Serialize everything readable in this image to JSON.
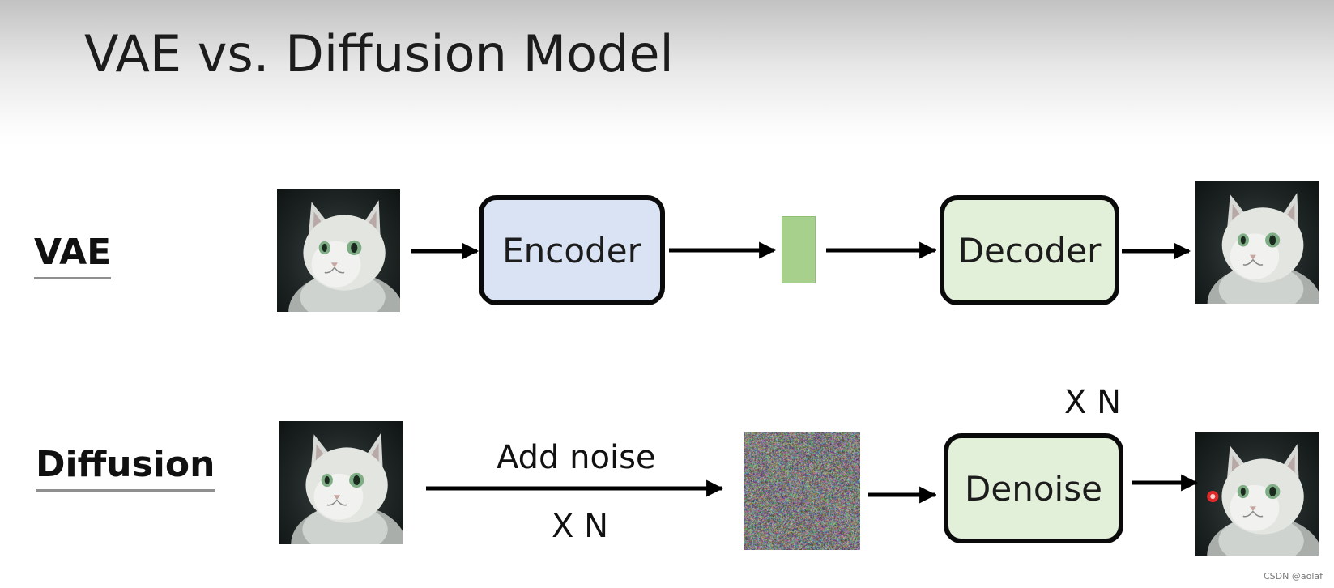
{
  "slide": {
    "title": "VAE vs. Diffusion Model",
    "watermark": "CSDN @aolaf"
  },
  "vae_row": {
    "label": "VAE",
    "encoder_label": "Encoder",
    "decoder_label": "Decoder"
  },
  "diffusion_row": {
    "label": "Diffusion",
    "add_noise_label": "Add noise",
    "add_noise_repeat": "X N",
    "denoise_label": "Denoise",
    "denoise_repeat": "X N"
  },
  "colors": {
    "encoder_fill": "#dae3f3",
    "decoder_fill": "#e2f0d9",
    "latent_fill": "#a8d08d",
    "arrow": "#000000",
    "box_border": "#0a0a0a"
  }
}
